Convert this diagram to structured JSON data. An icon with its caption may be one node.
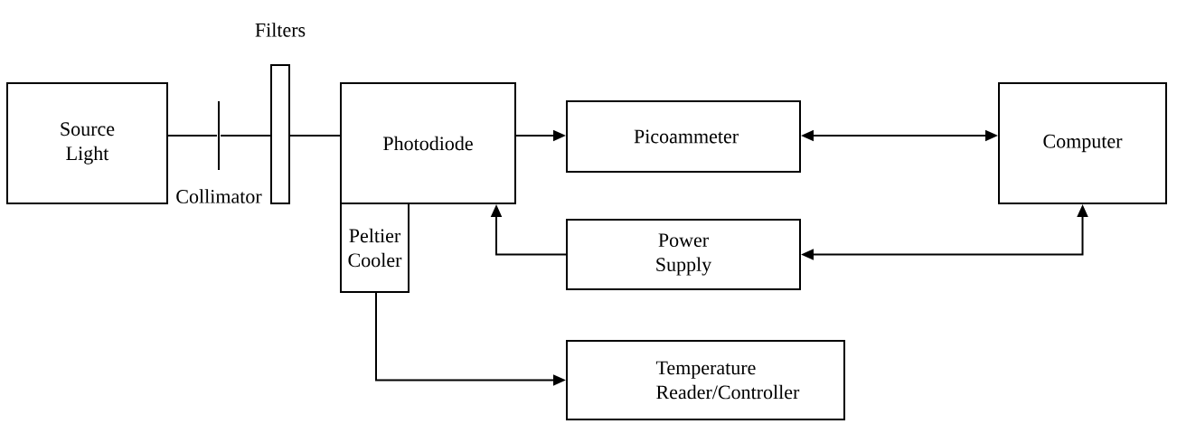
{
  "diagram": {
    "nodes": [
      {
        "text": [
          "Source Light"
        ]
      },
      {
        "text": [
          "Collimator"
        ]
      },
      {
        "text": [
          "Filters"
        ]
      },
      {
        "text": [
          "Photodiode"
        ]
      },
      {
        "text": [
          "Peltier Cooler"
        ]
      },
      {
        "text": [
          "Picoammeter"
        ]
      },
      {
        "text": [
          "Computer"
        ]
      },
      {
        "text": [
          "Power Supply"
        ]
      },
      {
        "text": [
          "Temperature Reader/Controller"
        ]
      }
    ],
    "edges": [
      {
        "from": 0,
        "to": 1,
        "arrow": "none"
      },
      {
        "from": 1,
        "to": 2,
        "arrow": "none"
      },
      {
        "from": 2,
        "to": 3,
        "arrow": "none"
      },
      {
        "from": 3,
        "to": 5,
        "arrow": "to"
      },
      {
        "from": 5,
        "to": 6,
        "arrow": "both"
      },
      {
        "from": 7,
        "to": 3,
        "arrow": "to"
      },
      {
        "from": 6,
        "to": 7,
        "arrow": "both"
      },
      {
        "from": 4,
        "to": 8,
        "arrow": "to"
      }
    ]
  }
}
